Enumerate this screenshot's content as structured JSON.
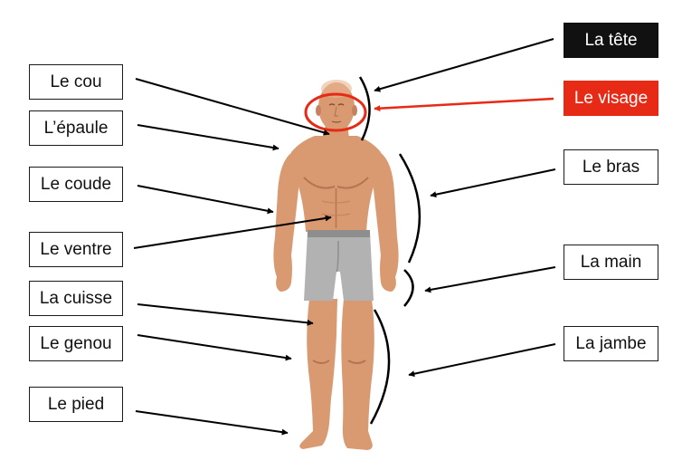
{
  "labels": {
    "cou": "Le cou",
    "epaule": "L’épaule",
    "coude": "Le coude",
    "ventre": "Le ventre",
    "cuisse": "La cuisse",
    "genou": "Le genou",
    "pied": "Le pied",
    "tete": "La tête",
    "visage": "Le visage",
    "bras": "Le bras",
    "main": "La main",
    "jambe": "La jambe"
  },
  "colors": {
    "skin": "#d99a72",
    "skin_shade": "#b87352",
    "skin_light": "#e8b592",
    "shorts": "#b2b2b2",
    "shorts_band": "#8e8e8e",
    "arrow": "#000000",
    "highlight_red": "#e62a16",
    "tete_box": "#111111"
  }
}
